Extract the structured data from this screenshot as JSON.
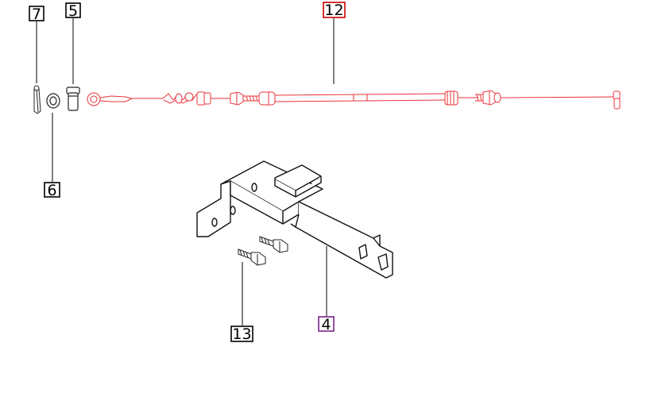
{
  "callouts": [
    {
      "id": "7",
      "label": "7",
      "color": "#000000"
    },
    {
      "id": "5",
      "label": "5",
      "color": "#000000"
    },
    {
      "id": "12",
      "label": "12",
      "color": "#cc0000"
    },
    {
      "id": "6",
      "label": "6",
      "color": "#000000"
    },
    {
      "id": "13",
      "label": "13",
      "color": "#000000"
    },
    {
      "id": "4",
      "label": "4",
      "color": "#7a1f8a"
    }
  ],
  "colors": {
    "cable": "#e8333a",
    "line": "#000000",
    "outline": "#222222"
  }
}
